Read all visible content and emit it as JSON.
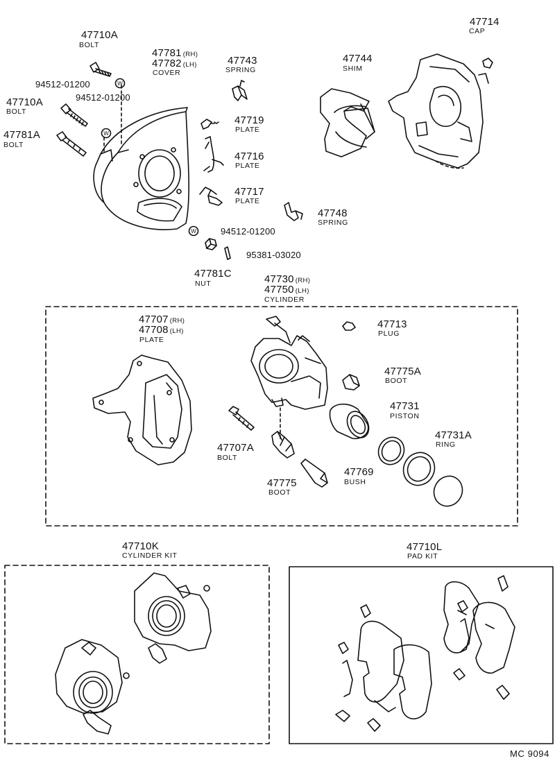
{
  "labels": {
    "p47710A_1": "47710A",
    "bolt_1": "BOLT",
    "p47781": "47781",
    "p47782": "47782",
    "rh_1": "(RH)",
    "lh_1": "(LH)",
    "cover": "COVER",
    "p47743": "47743",
    "spring_1": "SPRING",
    "p47744": "47744",
    "shim": "SHIM",
    "p47714": "47714",
    "cap": "CAP",
    "w94512_1": "94512-01200",
    "w94512_2": "94512-01200",
    "w94512_3": "94512-01200",
    "p47710A_2": "47710A",
    "bolt_2": "BOLT",
    "p47781A": "47781A",
    "bolt_3": "BOLT",
    "p47719": "47719",
    "plate_1": "PLATE",
    "p47716": "47716",
    "plate_2": "PLATE",
    "p47717": "47717",
    "plate_3": "PLATE",
    "p47748": "47748",
    "spring_2": "SPRING",
    "p95381": "95381-03020",
    "p47781C": "47781C",
    "nut": "NUT",
    "p47730": "47730",
    "p47750": "47750",
    "rh_2": "(RH)",
    "lh_2": "(LH)",
    "cylinder": "CYLINDER",
    "p47707": "47707",
    "p47708": "47708",
    "rh_3": "(RH)",
    "lh_3": "(LH)",
    "plate_4": "PLATE",
    "p47713": "47713",
    "plug": "PLUG",
    "p47775A": "47775A",
    "boot_1": "BOOT",
    "p47731": "47731",
    "piston": "PISTON",
    "p47731A": "47731A",
    "ring": "RING",
    "p47707A": "47707A",
    "bolt_4": "BOLT",
    "p47769": "47769",
    "bush": "BUSH",
    "p47775": "47775",
    "boot_2": "BOOT",
    "p47710K": "47710K",
    "cylinder_kit": "CYLINDER KIT",
    "p47710L": "47710L",
    "pad_kit": "PAD KIT"
  },
  "footer": {
    "code": "MC  9094"
  },
  "icons": {
    "washer": "W"
  }
}
